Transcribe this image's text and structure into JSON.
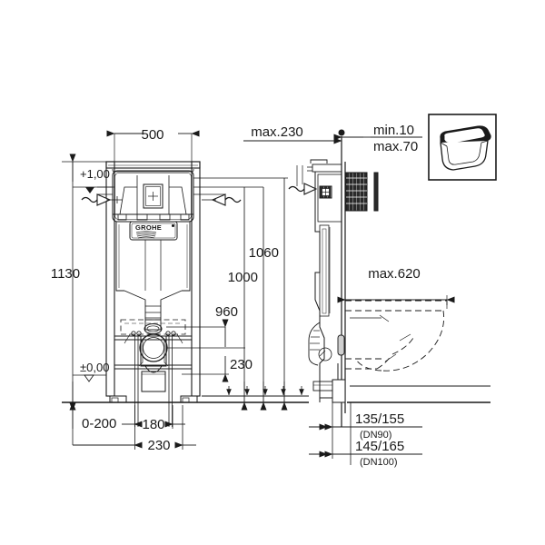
{
  "drawing": {
    "title_visible": false,
    "background_color": "#ffffff",
    "line_color": "#1a1a1a",
    "product_brand": "GROHE",
    "brand_logo_label": "GROHE",
    "views": [
      {
        "name": "front-elevation",
        "label": ""
      },
      {
        "name": "side-section",
        "label": ""
      },
      {
        "name": "product-inset",
        "label": ""
      }
    ]
  },
  "dimensions": {
    "top": [
      {
        "name": "frame-width",
        "value": "500",
        "orientation": "horizontal"
      },
      {
        "name": "wall-offset-max",
        "value": "max.230",
        "orientation": "horizontal"
      }
    ],
    "left": [
      {
        "name": "elevation-upper",
        "value": "+1,00"
      },
      {
        "name": "frame-height",
        "value": "1130"
      },
      {
        "name": "elevation-floor",
        "value": "±0,00"
      }
    ],
    "vertical_right": [
      {
        "name": "outlet-height",
        "value": "230"
      },
      {
        "name": "height-960",
        "value": "960"
      },
      {
        "name": "height-1000",
        "value": "1000"
      },
      {
        "name": "height-1060",
        "value": "1060"
      }
    ],
    "bottom": [
      {
        "name": "foot-adjust-range",
        "value": "0-200"
      },
      {
        "name": "outlet-spacing-180",
        "value": "180"
      },
      {
        "name": "outlet-spacing-230",
        "value": "230"
      }
    ],
    "right": [
      {
        "name": "flush-plate-depth",
        "value_min": "min.10",
        "value_max": "max.70"
      },
      {
        "name": "projection-max",
        "value": "max.620"
      },
      {
        "name": "dn90-offset",
        "value": "135/155",
        "note": "(DN90)"
      },
      {
        "name": "dn100-offset",
        "value": "145/165",
        "note": "(DN100)"
      }
    ]
  },
  "symbols": [
    {
      "name": "water-supply-left",
      "glyph": "arrow-squiggle-right"
    },
    {
      "name": "water-supply-right",
      "glyph": "arrow-squiggle-left"
    },
    {
      "name": "water-supply-side",
      "glyph": "arrow-squiggle-right"
    },
    {
      "name": "datum-triangle-upper",
      "glyph": "triangle-down"
    },
    {
      "name": "datum-triangle-floor",
      "glyph": "triangle-down"
    },
    {
      "name": "centerline-node",
      "glyph": "filled-diamond"
    }
  ]
}
